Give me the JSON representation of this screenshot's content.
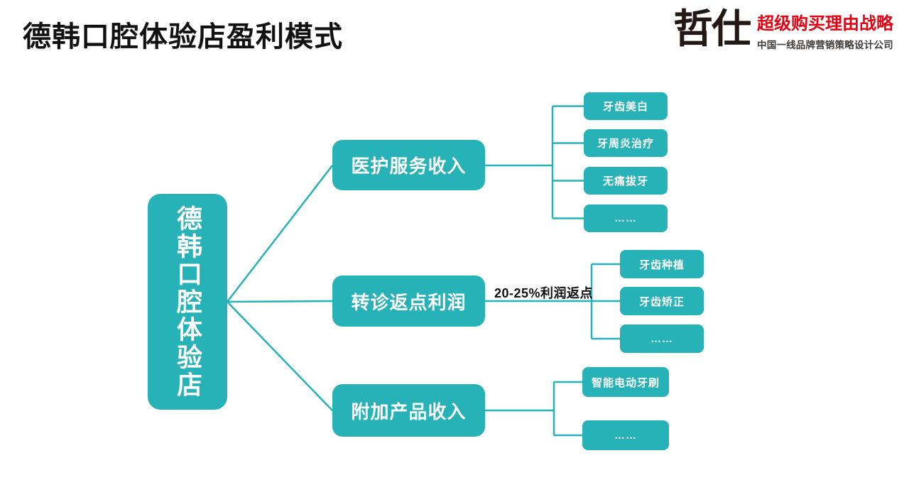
{
  "page": {
    "title": "德韩口腔体验店盈利模式"
  },
  "logo": {
    "brand": "哲仕",
    "tagline": "超级购买理由战略",
    "subtitle": "中国一线品牌营销策略设计公司",
    "colors": {
      "tagline": "#e60012",
      "brand": "#231815"
    }
  },
  "diagram": {
    "accent": "#26b2b7",
    "root": {
      "label": "德韩口腔体验店"
    },
    "branches": [
      {
        "label": "医护服务收入",
        "children": [
          "牙齿美白",
          "牙周炎治疗",
          "无痛拔牙",
          "……"
        ]
      },
      {
        "label": "转诊返点利润",
        "edge_label": "20-25%利润返点",
        "children": [
          "牙齿种植",
          "牙齿矫正",
          "……"
        ]
      },
      {
        "label": "附加产品收入",
        "children": [
          "智能电动牙刷",
          "……"
        ]
      }
    ]
  }
}
